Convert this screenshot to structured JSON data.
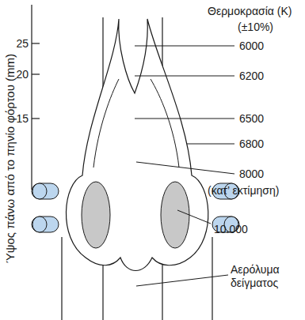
{
  "diagram": {
    "labels": [
      "Ύψος πάνω από το πηνίο φόρτου (mm)",
      "25",
      "20",
      "15",
      "Θερμοκρασία (K)",
      "(±10%)",
      "6000",
      "6200",
      "6500",
      "6800",
      "8000",
      "(κατ’ εκτίμηση)",
      "10.000",
      "Αερόλυμα δείγματος"
    ]
  }
}
